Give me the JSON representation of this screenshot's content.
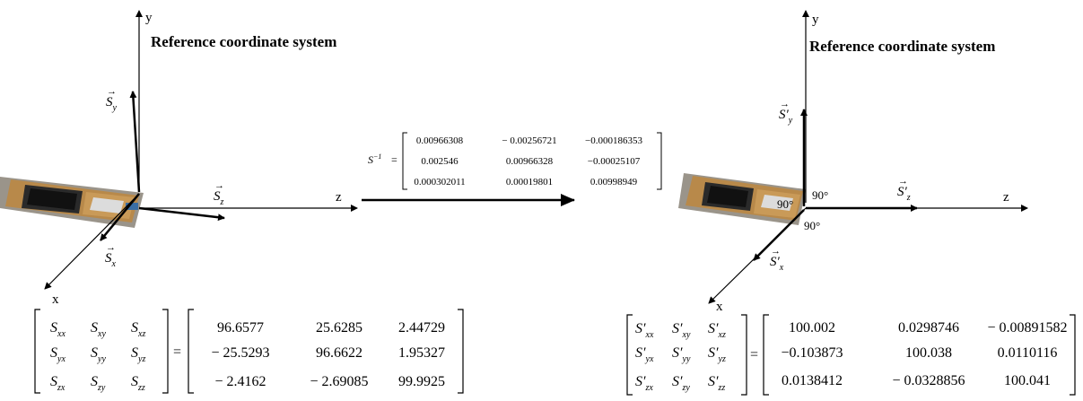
{
  "left_panel": {
    "title": "Reference coordinate system",
    "axis_y": "y",
    "axis_z": "z",
    "axis_x": "x",
    "vec_y": "S",
    "vec_y_sub": "y",
    "vec_z": "S",
    "vec_z_sub": "z",
    "vec_x": "S",
    "vec_x_sub": "x",
    "lhs": [
      [
        "S",
        "xx",
        "S",
        "xy",
        "S",
        "xz"
      ],
      [
        "S",
        "yx",
        "S",
        "yy",
        "S",
        "yz"
      ],
      [
        "S",
        "zx",
        "S",
        "zy",
        "S",
        "zz"
      ]
    ],
    "matrix": [
      [
        "96.6577",
        "25.6285",
        "2.44729"
      ],
      [
        "− 25.5293",
        "96.6622",
        "1.95327"
      ],
      [
        "− 2.4162",
        "− 2.69085",
        "99.9925"
      ]
    ]
  },
  "transform": {
    "label": "S",
    "label_sup": "−1",
    "matrix": [
      [
        "0.00966308",
        "− 0.00256721",
        "−0.000186353"
      ],
      [
        "0.002546",
        "0.00966328",
        "−0.00025107"
      ],
      [
        "0.000302011",
        "0.00019801",
        "0.00998949"
      ]
    ]
  },
  "right_panel": {
    "title": "Reference coordinate system",
    "axis_y": "y",
    "axis_z": "z",
    "axis_x": "x",
    "vec_y": "S′",
    "vec_y_sub": "y",
    "vec_z": "S′",
    "vec_z_sub": "z",
    "vec_x": "S′",
    "vec_x_sub": "x",
    "angle_1": "90°",
    "angle_2": "90°",
    "angle_3": "90°",
    "lhs": [
      [
        "S′",
        "xx",
        "S′",
        "xy",
        "S′",
        "xz"
      ],
      [
        "S′",
        "yx",
        "S′",
        "yy",
        "S′",
        "yz"
      ],
      [
        "S′",
        "zx",
        "S′",
        "zy",
        "S′",
        "zz"
      ]
    ],
    "matrix": [
      [
        "100.002",
        "0.0298746",
        "− 0.00891582"
      ],
      [
        "−0.103873",
        "100.038",
        "0.0110116"
      ],
      [
        "0.0138412",
        "− 0.0328856",
        "100.041"
      ]
    ]
  },
  "equals": "="
}
